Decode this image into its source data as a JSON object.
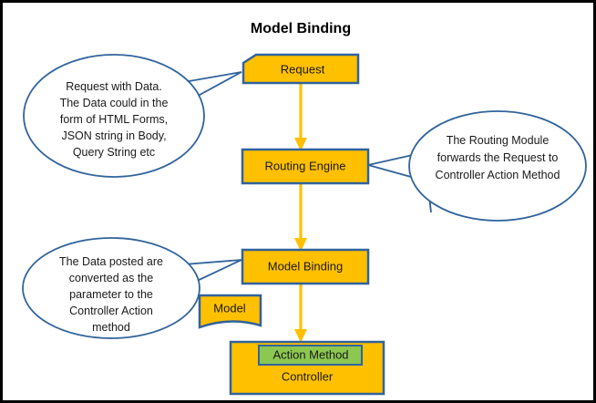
{
  "diagram": {
    "title": "Model Binding",
    "background_color": "#FFFFFF",
    "frame_color": "#000000",
    "shape_fill_color": "#FFC000",
    "shape_border_color": "#31639C",
    "accent_green_color": "#8CC751",
    "arrow_color": "#FFC000",
    "text_color": "#1A1A1A"
  },
  "nodes": {
    "request": {
      "label": "Request",
      "shape": "beveled-rectangle"
    },
    "routing_engine": {
      "label": "Routing Engine",
      "shape": "rectangle"
    },
    "model_binding": {
      "label": "Model Binding",
      "shape": "rectangle"
    },
    "model": {
      "label": "Model",
      "shape": "document"
    },
    "controller": {
      "label": "Controller",
      "shape": "rectangle"
    },
    "action_method": {
      "label": "Action  Method",
      "shape": "rectangle"
    }
  },
  "callouts": {
    "request_note": {
      "lines": [
        "Request with Data.",
        "The Data could in the",
        "form of HTML Forms,",
        "JSON string in Body,",
        "Query String etc"
      ]
    },
    "routing_note": {
      "lines": [
        "The Routing Module",
        "forwards the Request to",
        "Controller Action Method"
      ]
    },
    "binding_note": {
      "lines": [
        "The Data posted are",
        "converted as the",
        "parameter to the",
        "Controller Action",
        "method"
      ]
    }
  },
  "flows": [
    {
      "from": "request",
      "to": "routing_engine"
    },
    {
      "from": "routing_engine",
      "to": "model_binding"
    },
    {
      "from": "model_binding",
      "to": "controller"
    }
  ]
}
